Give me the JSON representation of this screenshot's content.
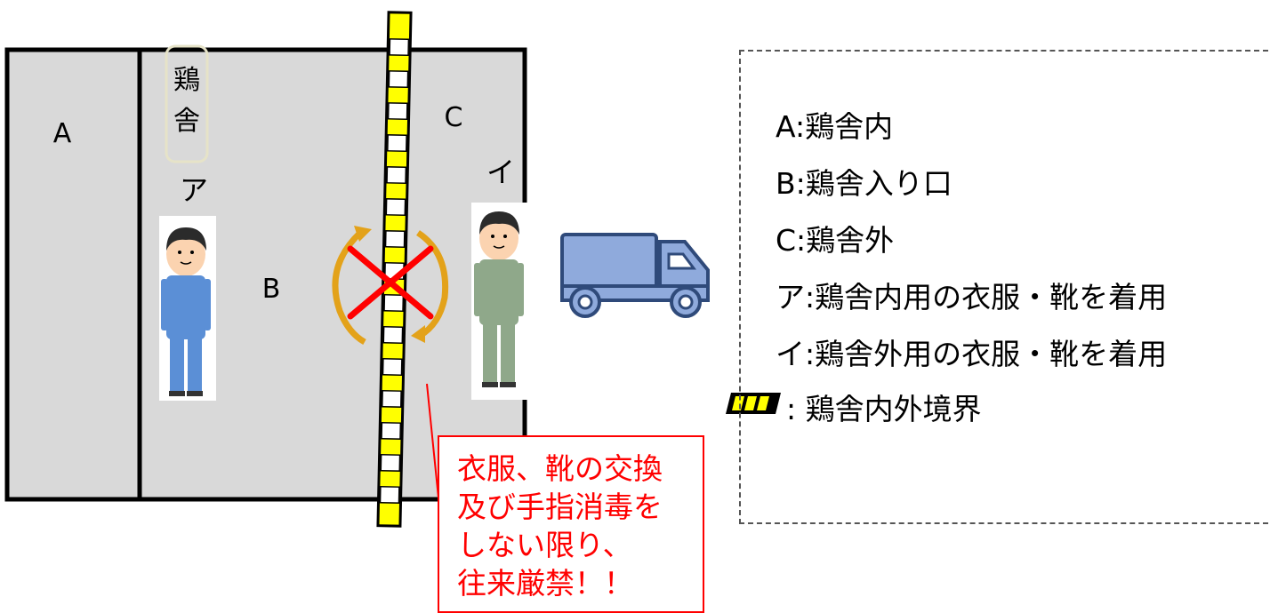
{
  "zones": {
    "a": "A",
    "b": "B",
    "c": "C",
    "coop_label": [
      "鶏",
      "舎"
    ],
    "person_a": "ア",
    "person_i": "イ"
  },
  "legend": {
    "items": [
      "A:鶏舎内",
      "B:鶏舎入り口",
      "C:鶏舎外",
      "ア:鶏舎内用の衣服・靴を着用",
      "イ:鶏舎外用の衣服・靴を着用"
    ],
    "boundary_label": ":  鶏舎内外境界"
  },
  "note": {
    "lines": [
      "衣服、靴の交換",
      "及び手指消毒を",
      "しない限り、",
      "往来厳禁！！"
    ]
  },
  "colors": {
    "zone_fill": "#d9d9d9",
    "boundary_yellow": "#ffff00",
    "warning_red": "#ff0000",
    "arrow_orange": "#e3a21a",
    "truck_blue": "#8faadc",
    "worker_inside": "#5b8fd6",
    "worker_outside": "#8fa88a"
  }
}
